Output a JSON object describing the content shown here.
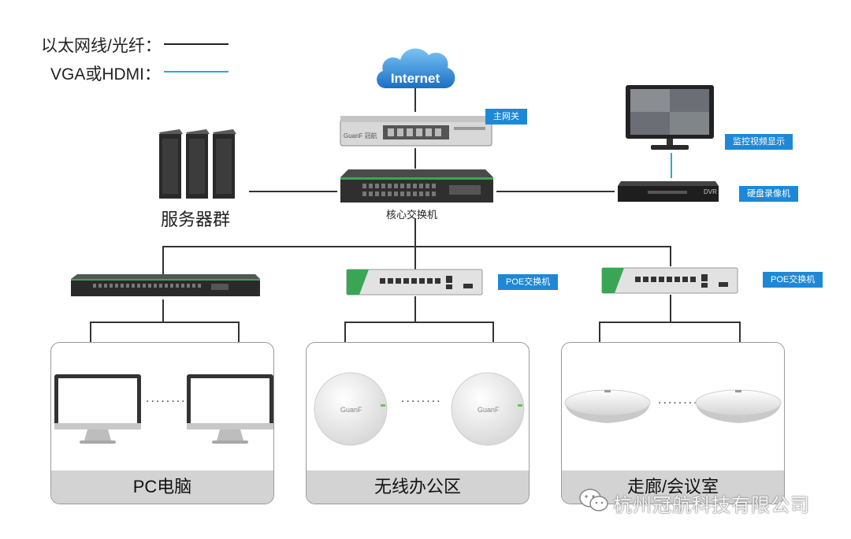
{
  "legend": {
    "ethernet_label": "以太网线/光纤：",
    "vga_label": "VGA或HDMI：",
    "ethernet_color": "#222222",
    "vga_color": "#29a9d9"
  },
  "nodes": {
    "internet": "Internet",
    "gateway": "主网关",
    "core_switch": "核心交换机",
    "servers": "服务器群",
    "monitor": "监控视频显示",
    "dvr": "硬盘录像机",
    "poe_switch_1": "POE交换机",
    "poe_switch_2": "POE交换机"
  },
  "panels": {
    "pc": "PC电脑",
    "wireless": "无线办公区",
    "corridor": "走廊/会议室"
  },
  "device_text": {
    "gateway_brand": "GuanF 冠航",
    "dvr_brand": "DVR",
    "ap_brand": "GuanF"
  },
  "ellipsis": "........",
  "watermark": "杭州冠航科技有限公司",
  "colors": {
    "tag_blue": "#1e88d6",
    "switch_green": "#3aa655",
    "cloud_blue": "#2f8fd8"
  }
}
